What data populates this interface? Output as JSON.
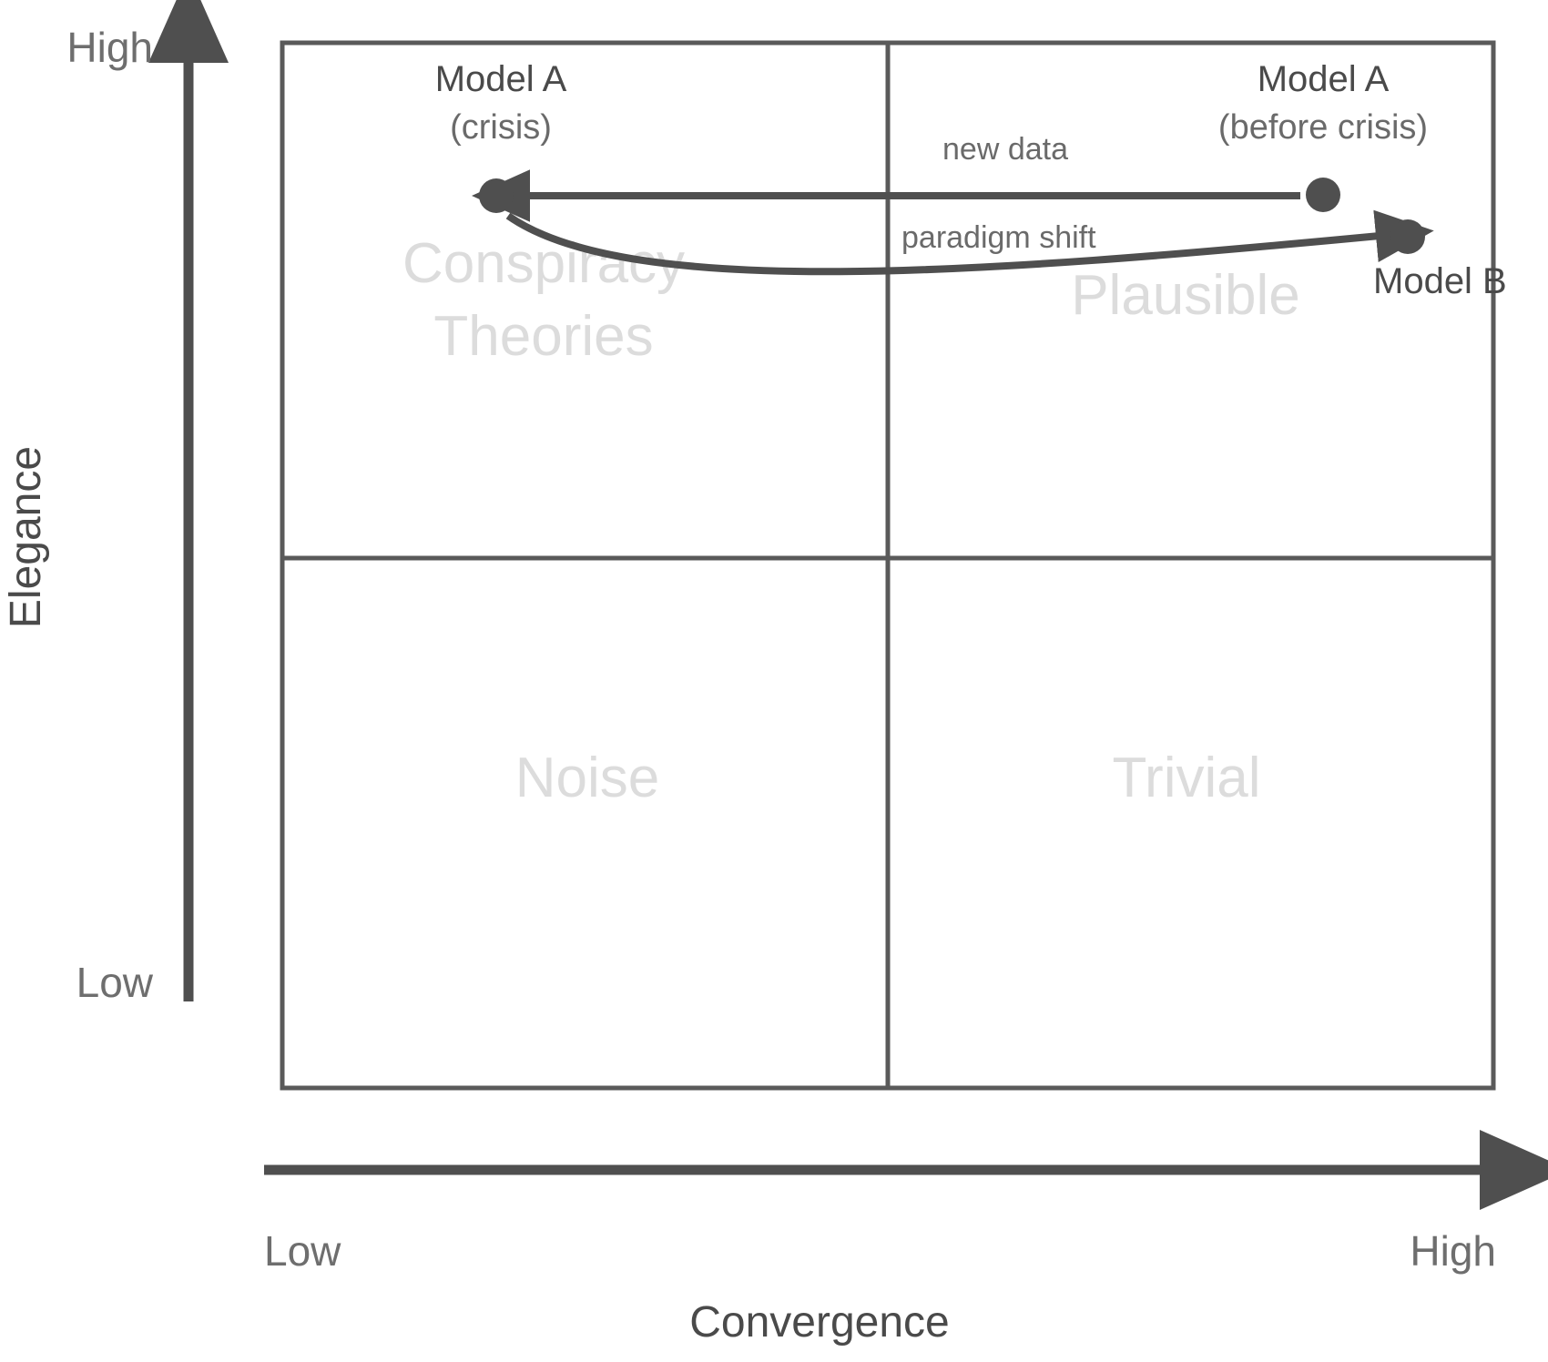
{
  "axes": {
    "y": {
      "title": "Elegance",
      "high_label": "High",
      "low_label": "Low"
    },
    "x": {
      "title": "Convergence",
      "low_label": "Low",
      "high_label": "High"
    }
  },
  "quadrants": [
    {
      "name": "top-left",
      "line1": "Conspiracy",
      "line2": "Theories"
    },
    {
      "name": "top-right",
      "line1": "Plausible",
      "line2": ""
    },
    {
      "name": "bottom-left",
      "line1": "Noise",
      "line2": ""
    },
    {
      "name": "bottom-right",
      "line1": "Trivial",
      "line2": ""
    }
  ],
  "points": [
    {
      "id": "model-a-crisis",
      "label": "Model A",
      "sublabel": "(crisis)"
    },
    {
      "id": "model-a-before-crisis",
      "label": "Model A",
      "sublabel": "(before crisis)"
    },
    {
      "id": "model-b",
      "label": "Model B",
      "sublabel": ""
    }
  ],
  "arrows": [
    {
      "id": "new-data",
      "label": "new data"
    },
    {
      "id": "paradigm-shift",
      "label": "paradigm shift"
    }
  ],
  "colors": {
    "ink": "#4a4a4a",
    "grid": "#5a5a5a",
    "muted_text": "#6a6a6a",
    "quadrant_text": "#dcdcdc",
    "point_fill": "#4f4f4f",
    "background": "#ffffff"
  },
  "chart_data": {
    "type": "scatter",
    "title": "",
    "xlabel": "Convergence",
    "ylabel": "Elegance",
    "xlim": [
      "Low",
      "High"
    ],
    "ylim": [
      "Low",
      "High"
    ],
    "grid": true,
    "legend": "none",
    "quadrant_names": [
      "Conspiracy Theories",
      "Plausible",
      "Noise",
      "Trivial"
    ],
    "points": [
      {
        "name": "Model A (crisis)",
        "x": 0.18,
        "y": 0.85,
        "quadrant": "Conspiracy Theories"
      },
      {
        "name": "Model A (before crisis)",
        "x": 0.86,
        "y": 0.85,
        "quadrant": "Plausible"
      },
      {
        "name": "Model B",
        "x": 0.93,
        "y": 0.81,
        "quadrant": "Plausible"
      }
    ],
    "transitions": [
      {
        "label": "new data",
        "from": "Model A (before crisis)",
        "to": "Model A (crisis)",
        "style": "straight"
      },
      {
        "label": "paradigm shift",
        "from": "Model A (crisis)",
        "to": "Model B",
        "style": "curved"
      }
    ]
  }
}
